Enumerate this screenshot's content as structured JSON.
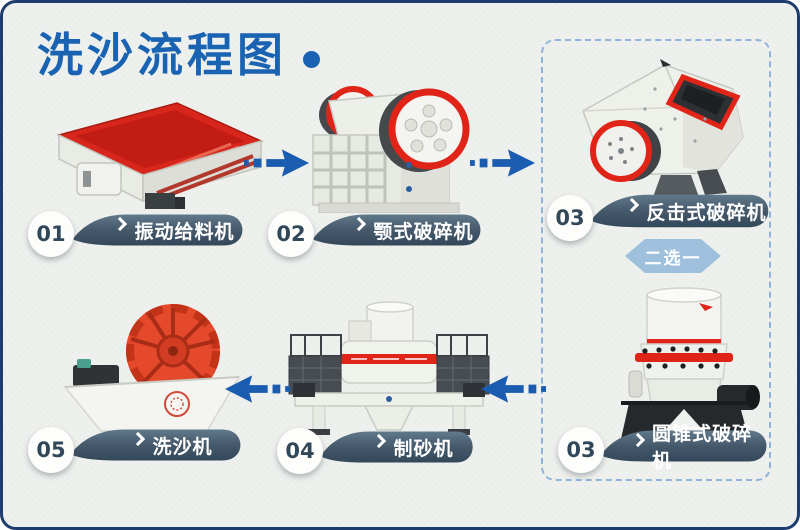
{
  "page": {
    "title": "洗沙流程图",
    "background": "#eff1ee",
    "border_color": "#1e3c6e",
    "title_color": "#1a63b2"
  },
  "steps": [
    {
      "number": "01",
      "label": "振动给料机",
      "machine": "vibrating-feeder"
    },
    {
      "number": "02",
      "label": "颚式破碎机",
      "machine": "jaw-crusher"
    },
    {
      "number": "03",
      "label": "反击式破碎机",
      "machine": "impact-crusher"
    },
    {
      "number": "03",
      "label": "圆锥式破碎机",
      "machine": "cone-crusher"
    },
    {
      "number": "04",
      "label": "制砂机",
      "machine": "sand-making-machine"
    },
    {
      "number": "05",
      "label": "洗沙机",
      "machine": "sand-washing-machine"
    }
  ],
  "choice_badge": {
    "text": "二选一",
    "fill": "#9fc0dd"
  },
  "flow_arrows": [
    {
      "icon": "arrow-right-icon",
      "from": "01",
      "to": "02"
    },
    {
      "icon": "arrow-right-icon",
      "from": "02",
      "to": "03"
    },
    {
      "icon": "arrow-left-icon",
      "from": "03",
      "to": "04"
    },
    {
      "icon": "arrow-left-icon",
      "from": "04",
      "to": "05"
    }
  ],
  "colors": {
    "arrow": "#1a5cb0",
    "bubble_dark": "#33485a",
    "bubble_light": "#60798b",
    "dashed_border": "#8fb3dc",
    "machine_red": "#dd2d1d"
  }
}
